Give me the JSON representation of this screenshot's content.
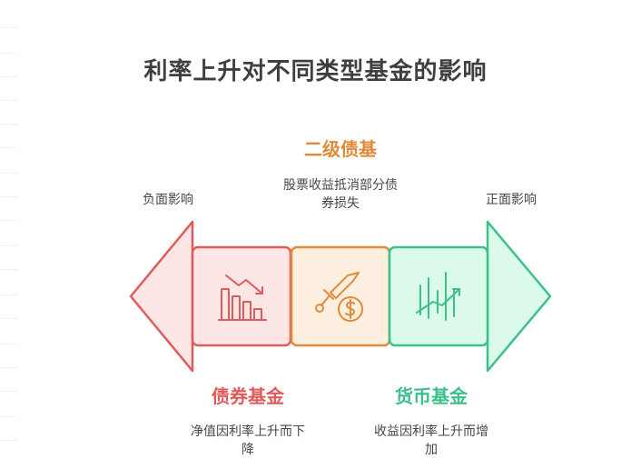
{
  "title": "利率上升对不同类型基金的影响",
  "left_label": "负面影响",
  "right_label": "正面影响",
  "sections": {
    "secondary_bond": {
      "title": "二级债基",
      "desc_line1": "股票收益抵消部分债",
      "desc_line2": "券损失",
      "color": "#e08a3a"
    },
    "bond_fund": {
      "title": "债券基金",
      "desc_line1": "净值因利率上升而下",
      "desc_line2": "降",
      "color": "#e05a5a"
    },
    "money_fund": {
      "title": "货币基金",
      "desc_line1": "收益因利率上升而增",
      "desc_line2": "加",
      "color": "#3cc08a"
    }
  },
  "icons": {
    "bond_fund": "declining-bar-chart-icon",
    "secondary_bond": "sword-dollar-coin-icon",
    "money_fund": "rising-bars-chart-icon"
  }
}
